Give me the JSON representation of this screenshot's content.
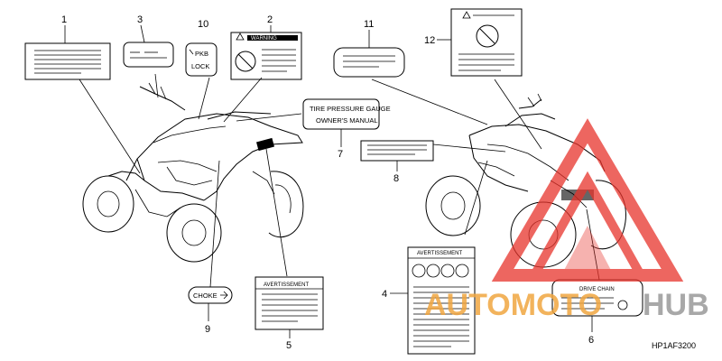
{
  "callouts": {
    "c1": "1",
    "c2": "2",
    "c3": "3",
    "c4": "4",
    "c5": "5",
    "c6": "6",
    "c7": "7",
    "c8": "8",
    "c9": "9",
    "c10": "10",
    "c11": "11",
    "c12": "12"
  },
  "labels": {
    "warning_2": "WARNING",
    "park_lock_line1": "PKB",
    "park_lock_line2": "LOCK",
    "tire_pressure": "TIRE PRESSURE GAUGE",
    "owners_manual": "OWNER'S MANUAL",
    "warning_4": "AVERTISSEMENT",
    "warning_5": "AVERTISSEMENT",
    "choke": "CHOKE",
    "drive_chain": "DRIVE CHAIN"
  },
  "part_code": "HP1AF3200",
  "watermark": {
    "word1": "AUTOMOTO",
    "word2": "HUB",
    "color_red": "#e8342c",
    "color_orange": "#f0a640",
    "color_gray": "#9a9a9a"
  },
  "icons": [
    "atv-left-view",
    "atv-right-view",
    "no-symbol-icon",
    "warning-triangle-icon",
    "wrench-icon",
    "watermark-triangle-logo"
  ]
}
